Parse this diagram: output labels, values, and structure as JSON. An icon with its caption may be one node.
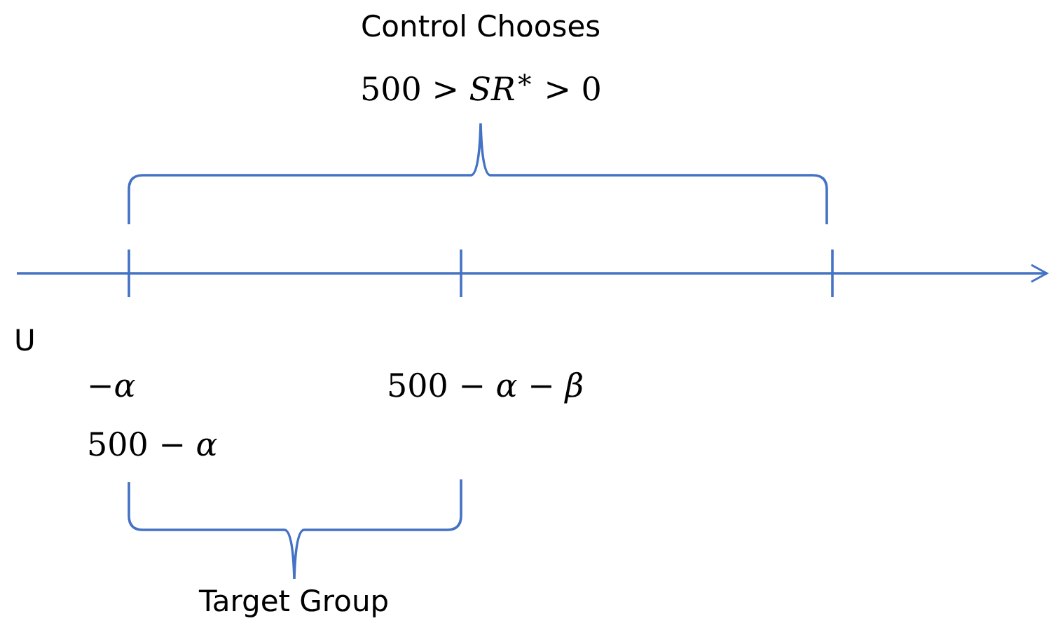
{
  "diagram": {
    "labels": [
      "Control Chooses",
      "500 > *SR*$^{∗}$ > 0",
      "U",
      "−*α*",
      "500 − *α* − *β*",
      "500 − *α*",
      "Target Group"
    ]
  }
}
